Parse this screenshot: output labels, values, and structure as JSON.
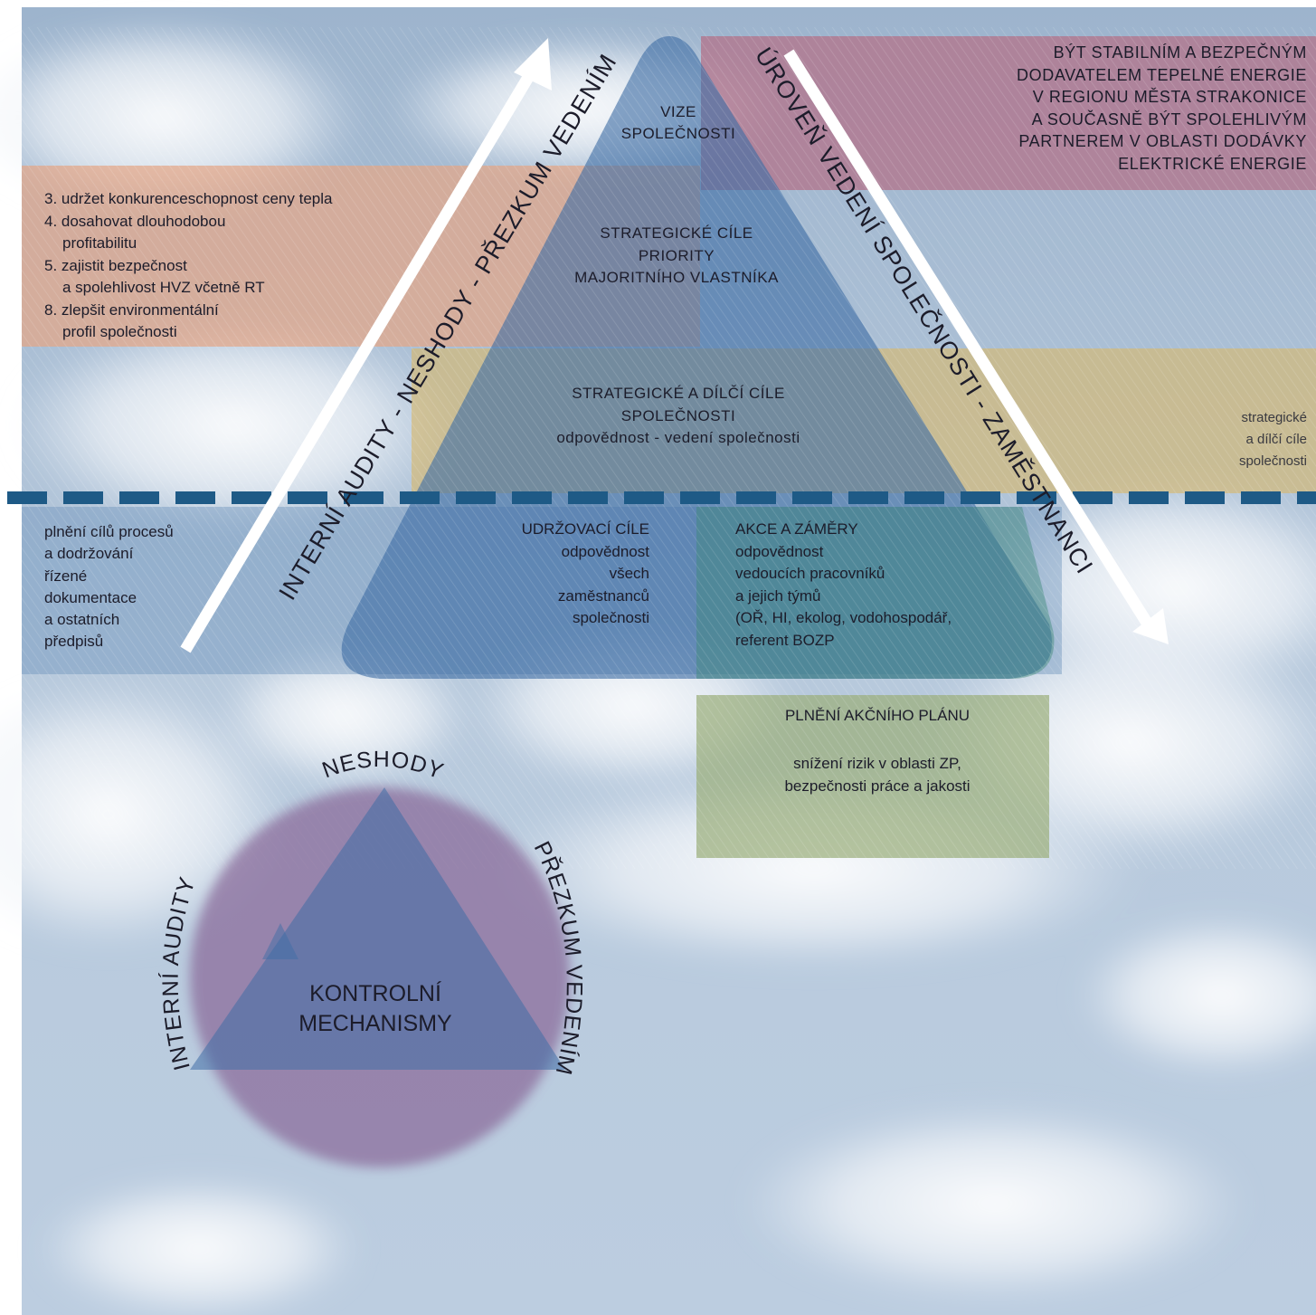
{
  "vision_statement": [
    "BÝT STABILNÍM A BEZPEČNÝM",
    "DODAVATELEM TEPELNÉ ENERGIE",
    "V REGIONU MĚSTA STRAKONICE",
    "A SOUČASNĚ BÝT SPOLEHLIVÝM",
    "PARTNEREM V OBLASTI DODÁVKY",
    "ELEKTRICKÉ ENERGIE"
  ],
  "goals_list": [
    {
      "text": "3. udržet konkurenceschopnost ceny tepla",
      "indent": false
    },
    {
      "text": "4. dosahovat dlouhodobou",
      "indent": false
    },
    {
      "text": "profitabilitu",
      "indent": true
    },
    {
      "text": "5. zajistit bezpečnost",
      "indent": false
    },
    {
      "text": "a spolehlivost HVZ včetně RT",
      "indent": true
    },
    {
      "text": "8. zlepšit environmentální",
      "indent": false
    },
    {
      "text": "profil společnosti",
      "indent": true
    }
  ],
  "pyramid": {
    "vize": [
      "VIZE",
      "SPOLEČNOSTI"
    ],
    "strategic_goals": [
      "STRATEGICKÉ CÍLE",
      "PRIORITY",
      "MAJORITNÍHO VLASTNÍKA"
    ],
    "partial_goals": [
      "STRATEGICKÉ A DÍLČÍ CÍLE",
      "SPOLEČNOSTI",
      "odpovědnost - vedení společnosti"
    ],
    "maintenance": [
      "UDRŽOVACÍ CÍLE",
      "odpovědnost",
      "všech",
      "zaměstnanců",
      "společnosti"
    ],
    "actions": [
      "AKCE A ZÁMĚRY",
      "odpovědnost",
      "vedoucích pracovníků",
      "a jejich týmů",
      "(OŘ, HI, ekolog, vodohospodář,",
      "referent BOZP"
    ]
  },
  "side_label": [
    "strategické",
    "a dílčí cíle",
    "společnosti"
  ],
  "left_bottom": [
    "plnění cílů procesů",
    "a dodržování",
    "řízené",
    "dokumentace",
    "a ostatních",
    "předpisů"
  ],
  "action_plan": {
    "title": "PLNĚNÍ AKČNÍHO PLÁNU",
    "body": [
      "snížení rizik v oblasti ZP,",
      "bezpečnosti práce a jakosti"
    ]
  },
  "arrow_up_label": "INTERNÍ AUDITY - NESHODY - PŘEZKUM VEDENÍM",
  "arrow_down_label": "ÚROVEŇ VEDENÍ SPOLEČNOSTI - ZAMĚSTNANCI",
  "control": {
    "title": [
      "KONTROLNÍ",
      "MECHANISMY"
    ],
    "top": "NESHODY",
    "left": "INTERNÍ AUDITY",
    "right": "PŘEZKUM VEDENÍM"
  },
  "colors": {
    "sky_top": "#9fb6cf",
    "sky_bottom": "#c4d3e3",
    "pyramid_blue": "#3f6ea5",
    "band_purple": "#b2748c",
    "band_salmon": "#e4a687",
    "band_gold": "#d9b86b",
    "band_green": "#9bae7c",
    "dash_blue": "#1e5a86",
    "circle_purple": "#8a6a9a"
  }
}
